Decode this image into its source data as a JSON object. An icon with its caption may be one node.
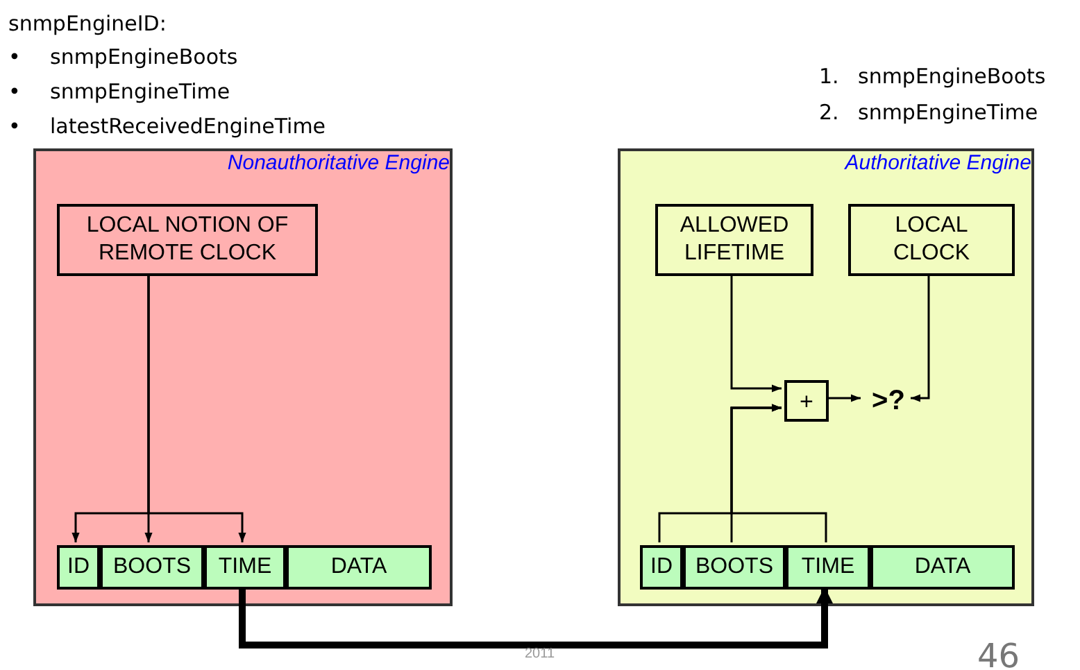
{
  "diagram": {
    "nodes": [
      {
        "text": [
          "Nonauthoritative Engine"
        ]
      },
      {
        "text": [
          "LOCAL NOTION OF REMOTE CLOCK"
        ],
        "in": 0
      },
      {
        "text": [
          "ID"
        ],
        "in": 0
      },
      {
        "text": [
          "BOOTS"
        ],
        "in": 0
      },
      {
        "text": [
          "TIME"
        ],
        "in": 0
      },
      {
        "text": [
          "DATA"
        ],
        "in": 0
      },
      {
        "text": [
          "Authoritative Engine"
        ]
      },
      {
        "text": [
          "ALLOWED LIFETIME"
        ],
        "in": 6
      },
      {
        "text": [
          "LOCAL CLOCK"
        ],
        "in": 6
      },
      {
        "text": [
          "+"
        ],
        "in": 6
      },
      {
        "text": [
          ">?"
        ],
        "in": 6
      },
      {
        "text": [
          "ID"
        ],
        "in": 6
      },
      {
        "text": [
          "BOOTS"
        ],
        "in": 6
      },
      {
        "text": [
          "TIME"
        ],
        "in": 6
      },
      {
        "text": [
          "DATA"
        ],
        "in": 6
      }
    ],
    "edges": [
      {
        "from": 1,
        "to": 2,
        "arrow": "to"
      },
      {
        "from": 1,
        "to": 3,
        "arrow": "to"
      },
      {
        "from": 1,
        "to": 4,
        "arrow": "to"
      },
      {
        "from": 4,
        "to": 13,
        "arrow": "to",
        "style": "thick"
      },
      {
        "from": 7,
        "to": 9,
        "arrow": "to"
      },
      {
        "from": 11,
        "to": 9,
        "arrow": "to"
      },
      {
        "from": 12,
        "to": 9,
        "arrow": "to"
      },
      {
        "from": 13,
        "to": 9,
        "arrow": "to"
      },
      {
        "from": 9,
        "to": 10,
        "arrow": "to"
      },
      {
        "from": 8,
        "to": 10,
        "arrow": "to"
      }
    ],
    "labels": [
      "snmpEngineID:",
      "•",
      "snmpEngineBoots",
      "•",
      "snmpEngineTime",
      "•",
      "latestReceivedEngineTime",
      "1.",
      "snmpEngineBoots",
      "2.",
      "snmpEngineTime",
      "2011",
      "46"
    ]
  }
}
